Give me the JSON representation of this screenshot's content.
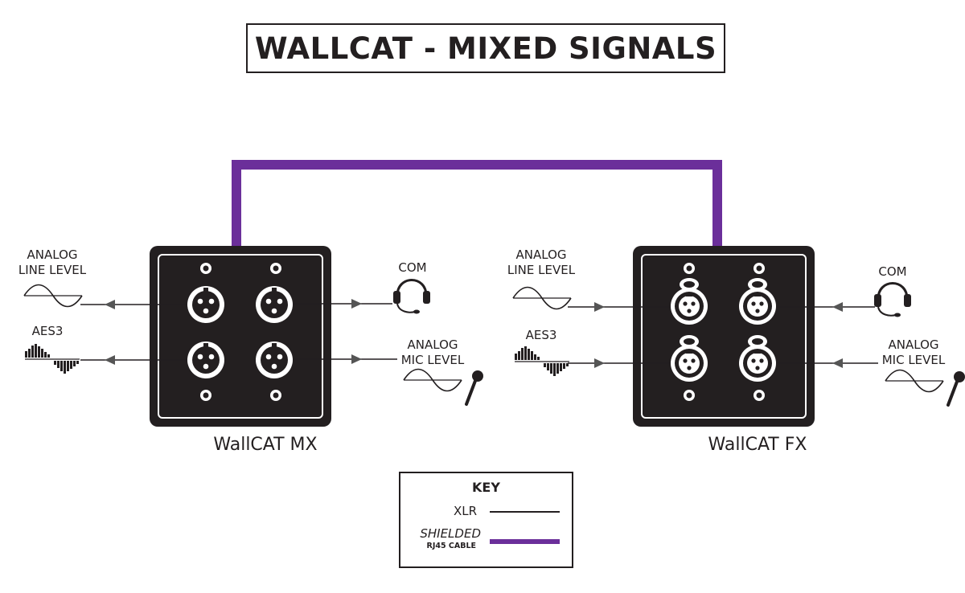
{
  "title": "WALLCAT - MIXED SIGNALS",
  "colors": {
    "rj45_cable": "#6b2f9a",
    "device": "#231f20",
    "arrow": "#555555",
    "ink": "#231f20"
  },
  "devices": {
    "mx": {
      "name": "WallCAT MX",
      "left_labels": {
        "analog_line": [
          "ANALOG",
          "LINE LEVEL"
        ],
        "aes3": "AES3"
      },
      "right_labels": {
        "com": "COM",
        "analog_mic": [
          "ANALOG",
          "MIC LEVEL"
        ]
      }
    },
    "fx": {
      "name": "WallCAT FX",
      "left_labels": {
        "analog_line": [
          "ANALOG",
          "LINE LEVEL"
        ],
        "aes3": "AES3"
      },
      "right_labels": {
        "com": "COM",
        "analog_mic": [
          "ANALOG",
          "MIC LEVEL"
        ]
      }
    }
  },
  "key": {
    "title": "KEY",
    "xlr_label": "XLR",
    "shielded_label": "SHIELDED",
    "rj45_label": "RJ45 CABLE"
  },
  "icons": [
    "sine-wave-icon",
    "aes3-digital-icon",
    "headset-icon",
    "microphone-icon",
    "xlr-male-connector-icon",
    "xlr-female-connector-icon"
  ]
}
